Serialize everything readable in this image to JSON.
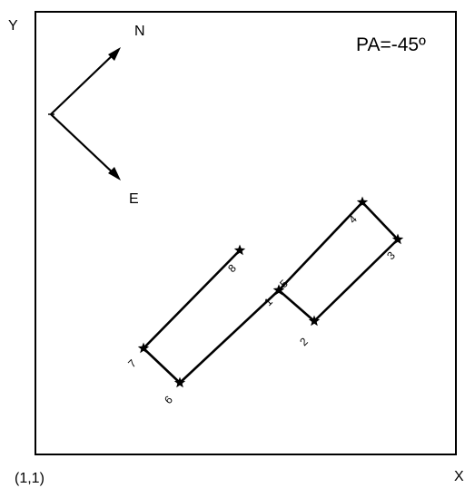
{
  "axes": {
    "y_label": "Y",
    "x_label": "X",
    "origin_label": "(1,1)"
  },
  "position_angle": {
    "text": "PA=-45º"
  },
  "compass": {
    "north_label": "N",
    "east_label": "E"
  },
  "points": [
    {
      "label": "1"
    },
    {
      "label": "2"
    },
    {
      "label": "3"
    },
    {
      "label": "4"
    },
    {
      "label": "5"
    },
    {
      "label": "6"
    },
    {
      "label": "7"
    },
    {
      "label": "8"
    }
  ],
  "colors": {
    "stroke": "#000000",
    "background": "#ffffff"
  }
}
